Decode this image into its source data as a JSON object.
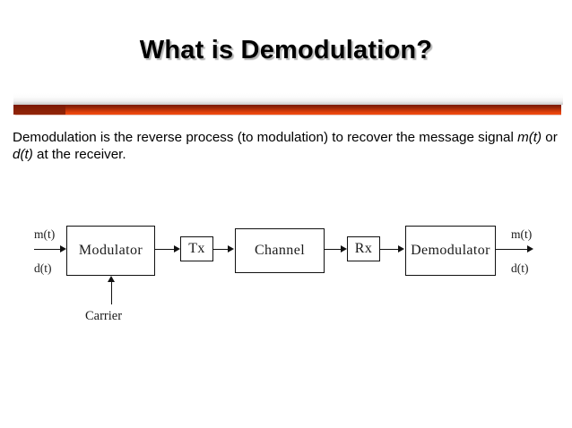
{
  "slide": {
    "title": "What is Demodulation?",
    "body": {
      "line1_part1": "Demodulation is the reverse process (to modulation) to recover the message signal ",
      "line2_m": "m(t)",
      "line2_mid": " or ",
      "line2_d": "d(t)",
      "line2_end": " at the receiver."
    },
    "divider_color_dark": "#7d1a05",
    "divider_color_bright": "#f04a0e",
    "title_color": "#000000"
  },
  "diagram": {
    "blocks": [
      {
        "id": "modulator",
        "label": "Modulator"
      },
      {
        "id": "tx",
        "label": "Tx"
      },
      {
        "id": "channel",
        "label": "Channel"
      },
      {
        "id": "rx",
        "label": "Rx"
      },
      {
        "id": "demodulator",
        "label": "Demodulator"
      }
    ],
    "labels": {
      "input_m": "m(t)",
      "input_d": "d(t)",
      "output_m": "m(t)",
      "output_d": "d(t)",
      "carrier": "Carrier"
    }
  }
}
